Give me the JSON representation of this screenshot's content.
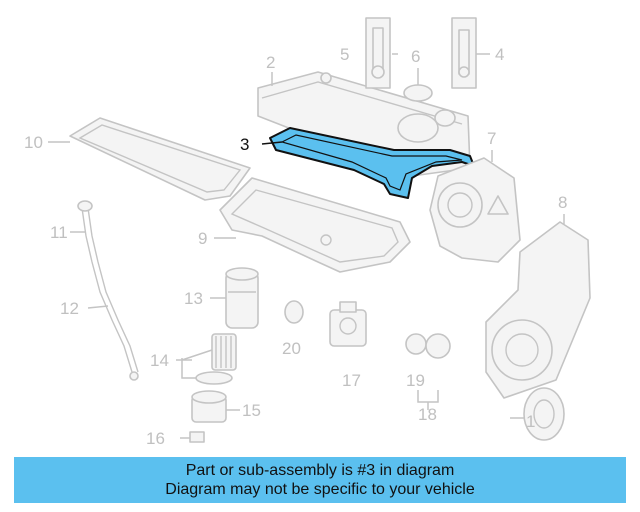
{
  "diagram": {
    "highlight_color": "#5bc0ef",
    "highlighted_part": "3",
    "labels": {
      "p1": "1",
      "p2": "2",
      "p3": "3",
      "p4": "4",
      "p5": "5",
      "p6": "6",
      "p7": "7",
      "p8": "8",
      "p9": "9",
      "p10": "10",
      "p11": "11",
      "p12": "12",
      "p13": "13",
      "p14": "14",
      "p15": "15",
      "p16": "16",
      "p17": "17",
      "p18": "18",
      "p19": "19",
      "p20": "20"
    }
  },
  "caption": {
    "line1": "Part or sub-assembly is #3 in diagram",
    "line2": "Diagram may not be specific to your vehicle"
  }
}
